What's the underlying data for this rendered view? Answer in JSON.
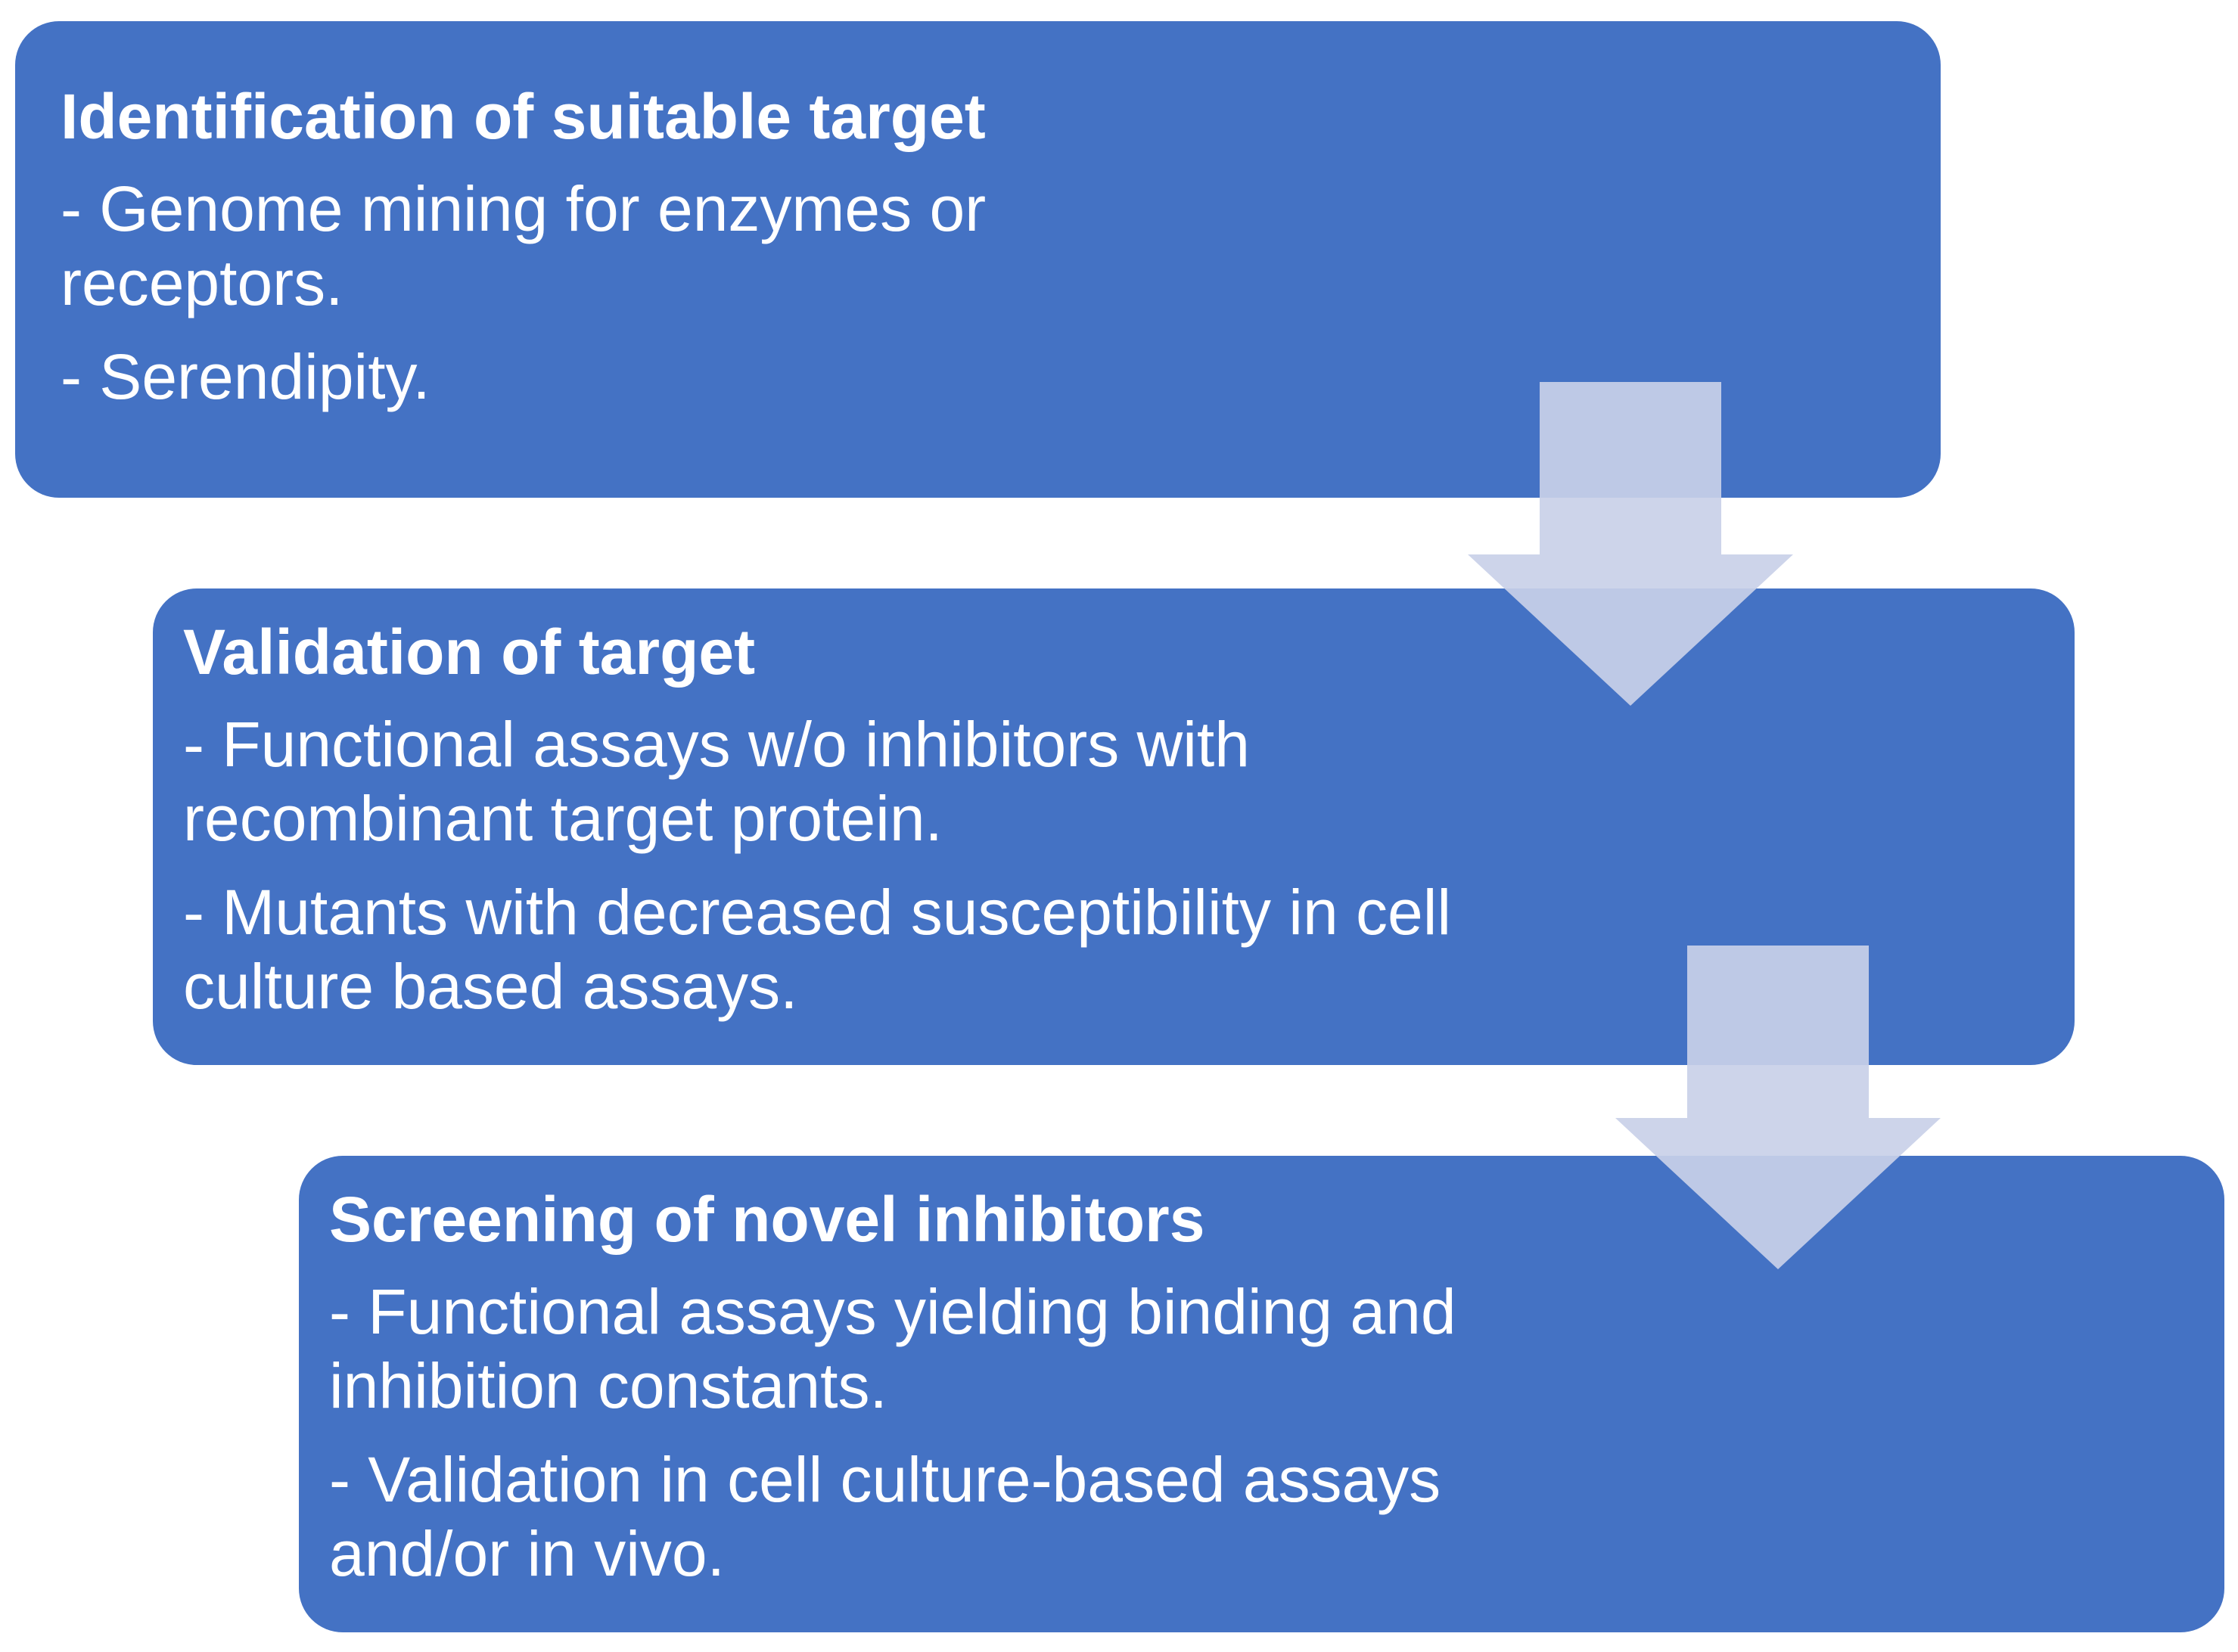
{
  "steps": [
    {
      "title": "Identification of suitable target",
      "bullets": [
        "- Genome mining  for enzymes  or receptors.",
        "- Serendipity."
      ]
    },
    {
      "title": "Validation of target",
      "bullets": [
        "- Functional assays w/o inhibitors with recombinant target protein.",
        "- Mutants with decreased susceptibility in cell culture based assays."
      ]
    },
    {
      "title": "Screening of novel inhibitors",
      "bullets": [
        "- Functional assays yielding binding and inhibition constants.",
        "- Validation in cell culture-based assays and/or in vivo."
      ]
    }
  ],
  "colors": {
    "box_fill": "#4472c4",
    "box_text": "#ffffff",
    "arrow_fill": "#c9d1e9"
  }
}
